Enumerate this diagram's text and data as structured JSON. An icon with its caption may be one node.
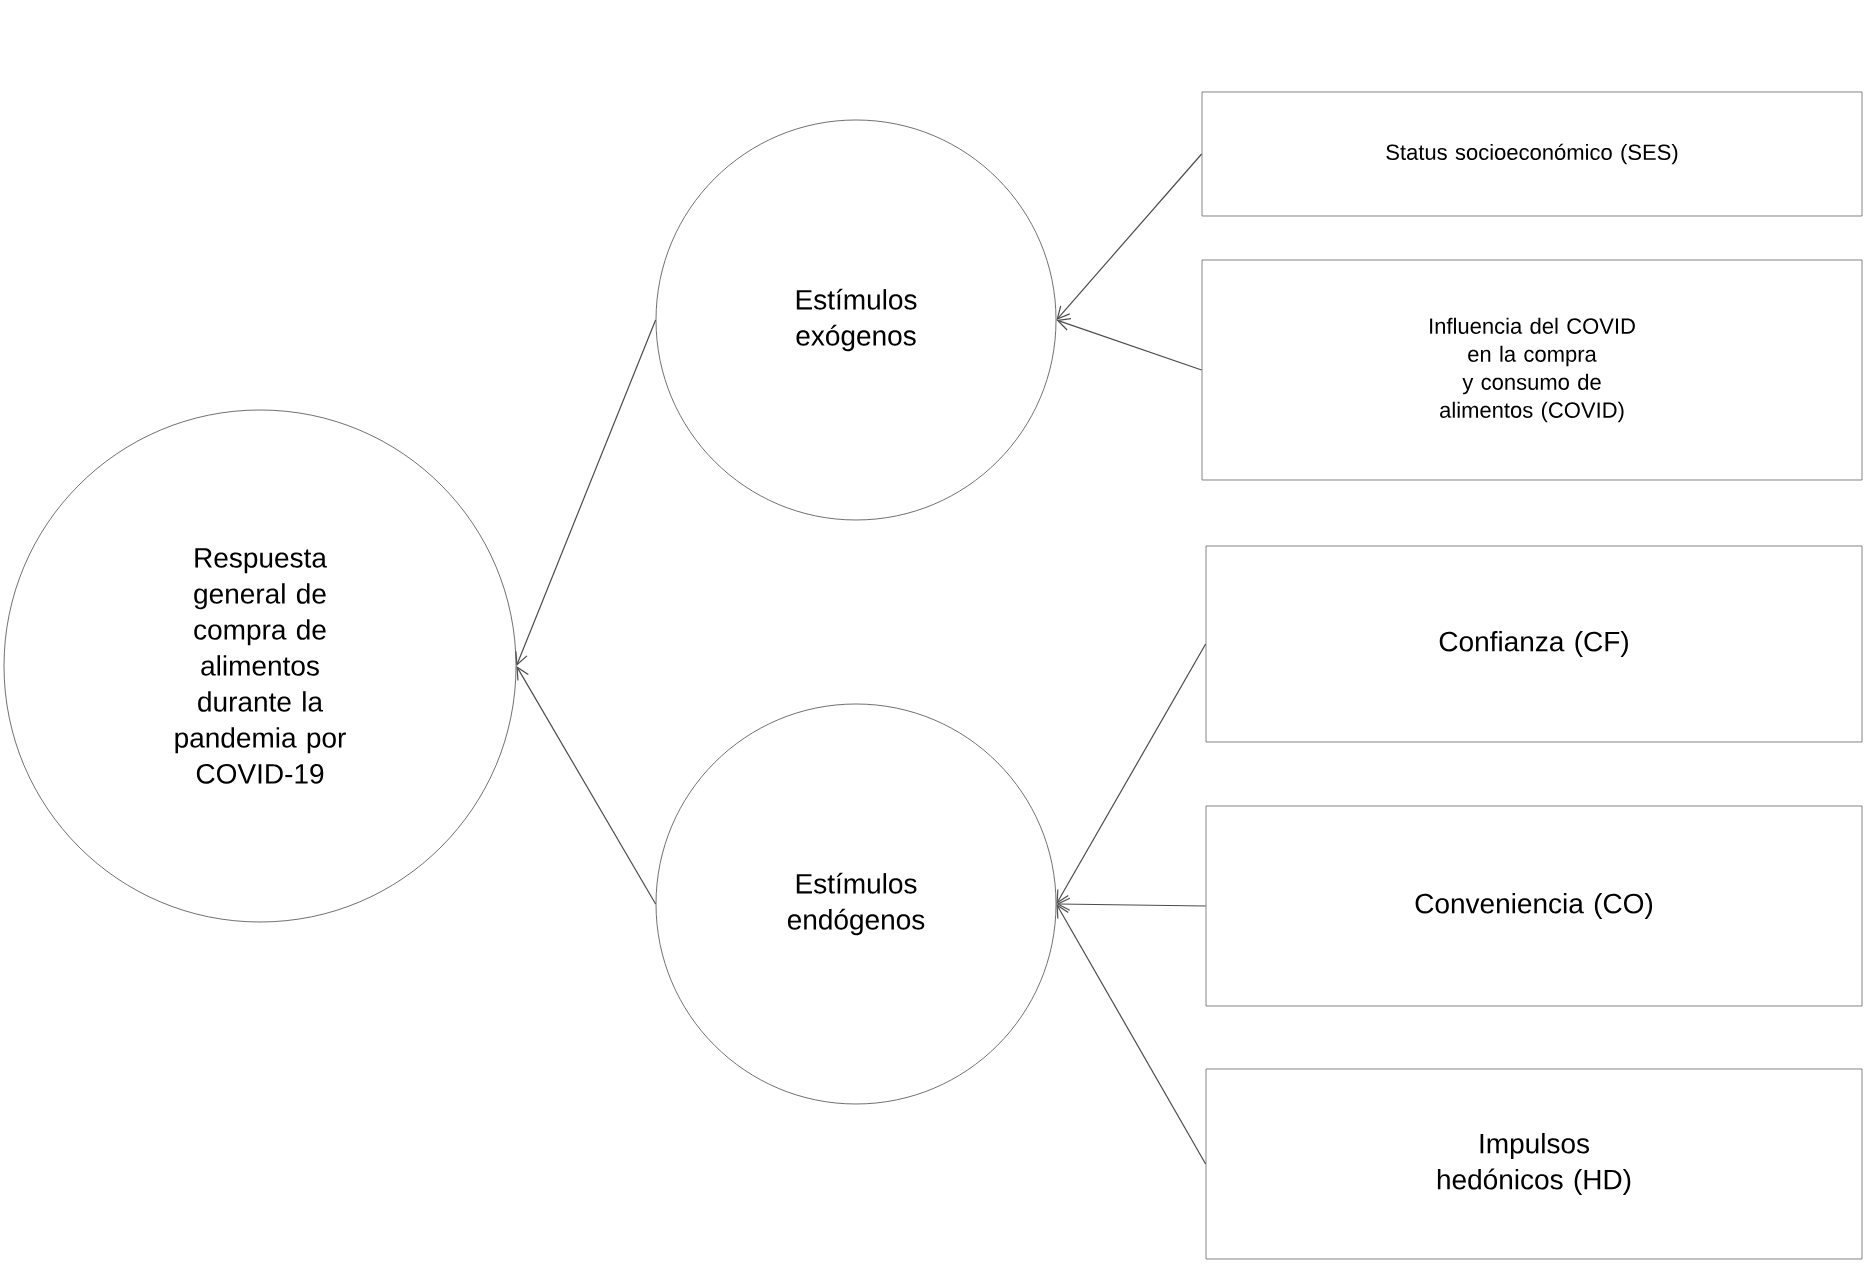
{
  "diagram": {
    "nodes": [
      {
        "text": [
          "Respuesta general de compra de alimentos durante la pandemia por COVID-19"
        ]
      },
      {
        "text": [
          "Estímulos exógenos"
        ]
      },
      {
        "text": [
          "Estímulos endógenos"
        ]
      },
      {
        "text": [
          "Status socioeconómico (SES)"
        ]
      },
      {
        "text": [
          "Influencia del COVID en la compra y consumo de alimentos (COVID)"
        ]
      },
      {
        "text": [
          "Confianza (CF)"
        ]
      },
      {
        "text": [
          "Conveniencia (CO)"
        ]
      },
      {
        "text": [
          "Impulsos hedónicos (HD)"
        ]
      }
    ],
    "edges": [
      {
        "from": 1,
        "to": 0,
        "arrow": "to"
      },
      {
        "from": 2,
        "to": 0,
        "arrow": "to"
      },
      {
        "from": 3,
        "to": 1,
        "arrow": "to"
      },
      {
        "from": 4,
        "to": 1,
        "arrow": "to"
      },
      {
        "from": 5,
        "to": 2,
        "arrow": "to"
      },
      {
        "from": 6,
        "to": 2,
        "arrow": "to"
      },
      {
        "from": 7,
        "to": 2,
        "arrow": "to"
      }
    ]
  }
}
